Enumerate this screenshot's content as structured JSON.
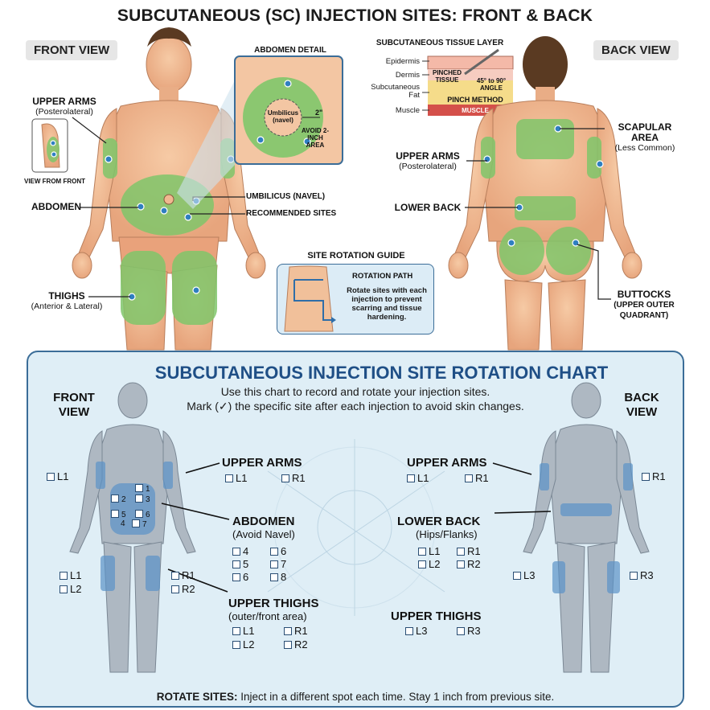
{
  "title": "SUBCUTANEOUS (SC) INJECTION SITES: FRONT & BACK",
  "front_view": "FRONT VIEW",
  "back_view": "BACK VIEW",
  "front_labels": {
    "upper_arms": "UPPER ARMS",
    "upper_arms_sub": "(Posterolateral)",
    "view_from_front": "VIEW FROM FRONT",
    "abdomen": "ABDOMEN",
    "thighs": "THIGHS",
    "thighs_sub": "(Anterior & Lateral)",
    "umbilicus": "UMBILICUS (NAVEL)",
    "recommended": "RECOMMENDED SITES"
  },
  "abdomen_detail": {
    "title": "ABDOMEN DETAIL",
    "umbilicus": "Umbilicus (navel)",
    "distance": "2\"",
    "avoid": "AVOID 2-INCH AREA"
  },
  "tissue_layer": {
    "title": "SUBCUTANEOUS TISSUE LAYER",
    "layers": [
      "Epidermis",
      "Dermis",
      "Subcutaneous Fat",
      "Muscle"
    ],
    "pinched": "PINCHED TISSUE",
    "angle": "45° to 90° ANGLE",
    "method": "PINCH METHOD",
    "muscle": "MUSCLE"
  },
  "rotation_guide": {
    "title": "SITE ROTATION GUIDE",
    "path": "ROTATION PATH",
    "text": "Rotate sites with each injection to prevent scarring and tissue hardening."
  },
  "back_labels": {
    "scapular": "SCAPULAR AREA",
    "scapular_sub": "(Less Common)",
    "upper_arms": "UPPER ARMS",
    "upper_arms_sub": "(Posterolateral)",
    "lower_back": "LOWER BACK",
    "buttocks": "BUTTOCKS",
    "buttocks_sub": "(UPPER OUTER QUADRANT)"
  },
  "chart": {
    "title": "SUBCUTANEOUS INJECTION SITE ROTATION CHART",
    "instr1": "Use this chart to record and rotate your injection sites.",
    "instr2": "Mark (✓) the specific site after each injection to avoid skin changes.",
    "front_view": "FRONT VIEW",
    "back_view": "BACK VIEW",
    "front": {
      "upper_arms": "UPPER ARMS",
      "abdomen": "ABDOMEN",
      "abdomen_sub": "(Avoid Navel)",
      "upper_thighs": "UPPER THIGHS",
      "upper_thighs_sub": "(outer/front area)"
    },
    "back": {
      "upper_arms": "UPPER ARMS",
      "lower_back": "LOWER BACK",
      "lower_back_sub": "(Hips/Flanks)",
      "upper_thighs": "UPPER THIGHS"
    },
    "abdomen_nums": [
      "1",
      "2",
      "3",
      "4",
      "5",
      "6",
      "7",
      "8"
    ],
    "marks": {
      "L1": "L1",
      "R1": "R1",
      "L2": "L2",
      "R2": "R2",
      "L3": "L3",
      "R3": "R3",
      "n4": "4",
      "n5": "5",
      "n6": "6",
      "n7": "7",
      "n8": "8"
    },
    "footer_bold": "ROTATE SITES:",
    "footer": "Inject in a different spot each time. Stay 1 inch from previous site."
  },
  "colors": {
    "skin": "#f1c09a",
    "site_green": "#7fc66a",
    "chart_blue": "#1f4f86",
    "panel_bg": "#dfeef6",
    "body_gray": "#aeb8c2"
  }
}
